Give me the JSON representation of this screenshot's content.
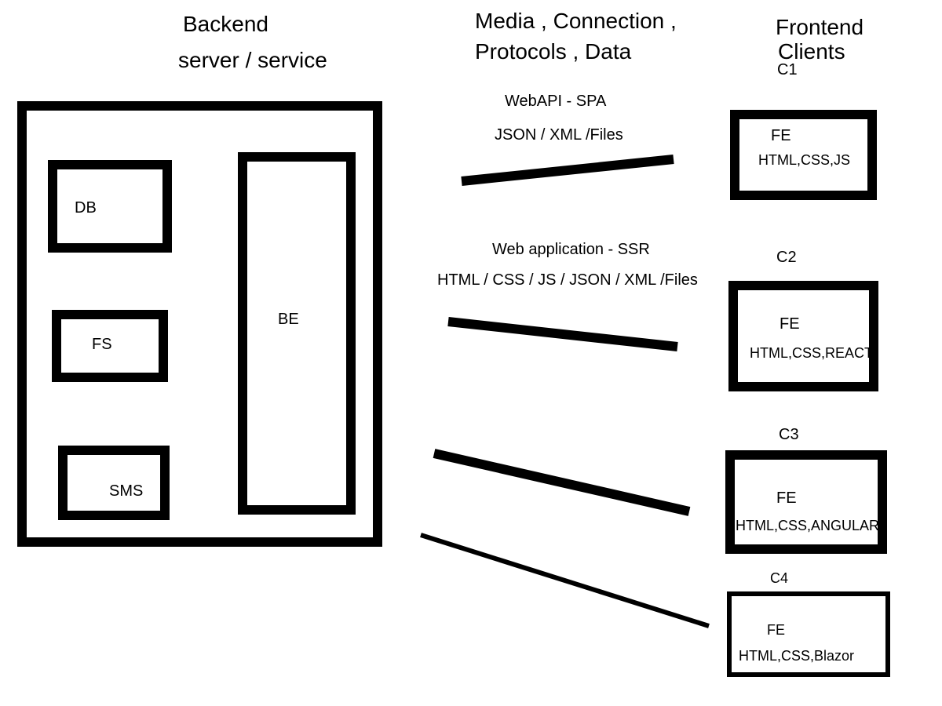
{
  "headers": {
    "backend_line1": "Backend",
    "backend_line2": "server / service",
    "media_line1": "Media , Connection ,",
    "media_line2": "Protocols , Data",
    "frontend_line1": "Frontend",
    "frontend_line2": "Clients"
  },
  "backend": {
    "db": "DB",
    "fs": "FS",
    "sms": "SMS",
    "be": "BE"
  },
  "connections": {
    "spa_title": "WebAPI - SPA",
    "spa_formats": "JSON / XML /Files",
    "ssr_title": "Web application - SSR",
    "ssr_formats": "HTML / CSS / JS  / JSON / XML /Files"
  },
  "clients": [
    {
      "id": "C1",
      "label": "FE",
      "tech": "HTML,CSS,JS"
    },
    {
      "id": "C2",
      "label": "FE",
      "tech": "HTML,CSS,REACT"
    },
    {
      "id": "C3",
      "label": "FE",
      "tech": "HTML,CSS,ANGULAR"
    },
    {
      "id": "C4",
      "label": "FE",
      "tech": "HTML,CSS,Blazor"
    }
  ]
}
